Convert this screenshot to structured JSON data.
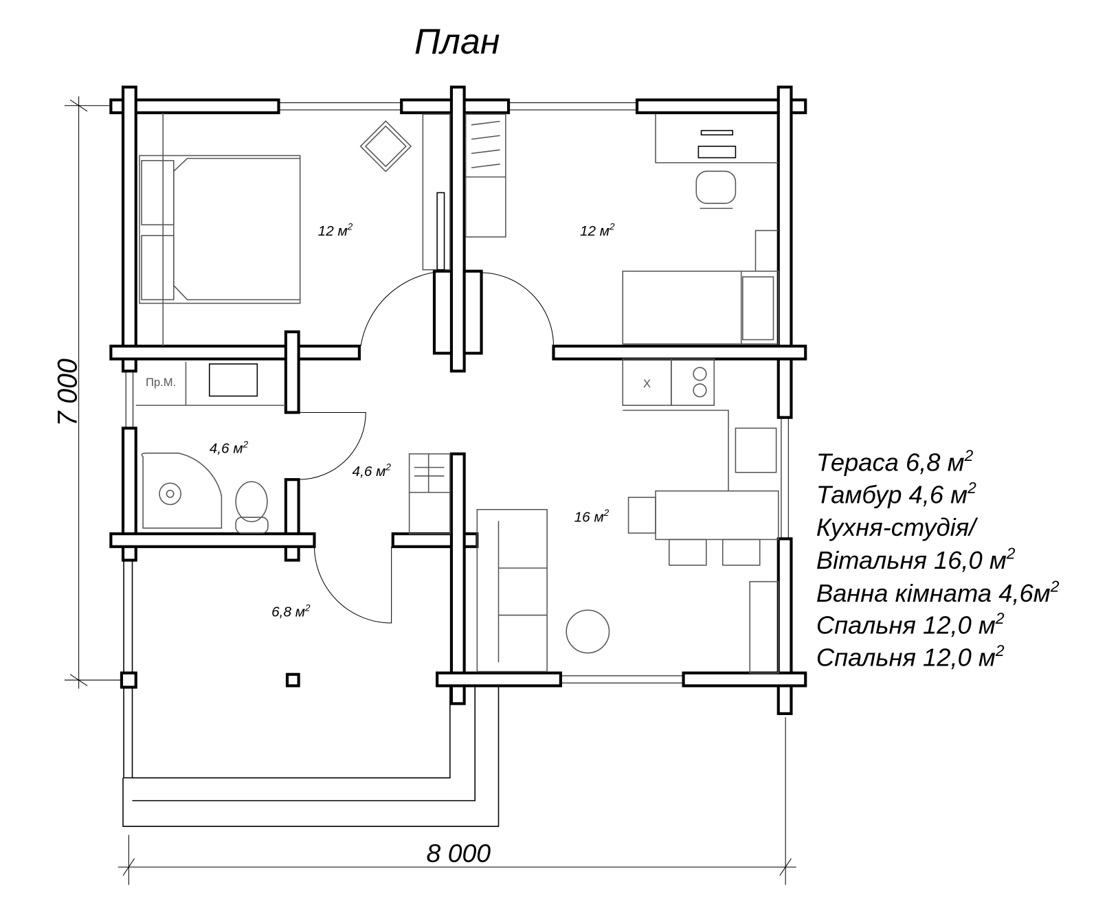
{
  "title": "План",
  "dimensions": {
    "height": "7 000",
    "width": "8 000"
  },
  "rooms": {
    "bedroom_left": {
      "area": "12 м",
      "sup": "2"
    },
    "bedroom_right": {
      "area": "12 м",
      "sup": "2"
    },
    "bathroom": {
      "area": "4,6 м",
      "sup": "2"
    },
    "vestibule": {
      "area": "4,6 м",
      "sup": "2"
    },
    "living": {
      "area": "16 м",
      "sup": "2"
    },
    "terrace": {
      "area": "6,8 м",
      "sup": "2"
    },
    "washer_label": "Пр.М.",
    "fridge_label": "X"
  },
  "legend": [
    {
      "text": "Тераса 6,8 м",
      "sup": "2"
    },
    {
      "text": "Тамбур 4,6 м",
      "sup": "2"
    },
    {
      "text": "Кухня-студія/",
      "sup": ""
    },
    {
      "text": "Вітальня 16,0 м",
      "sup": "2"
    },
    {
      "text": "Ванна кімната 4,6м",
      "sup": "2"
    },
    {
      "text": "Спальня 12,0 м",
      "sup": "2"
    },
    {
      "text": "Спальня 12,0 м",
      "sup": "2"
    }
  ]
}
